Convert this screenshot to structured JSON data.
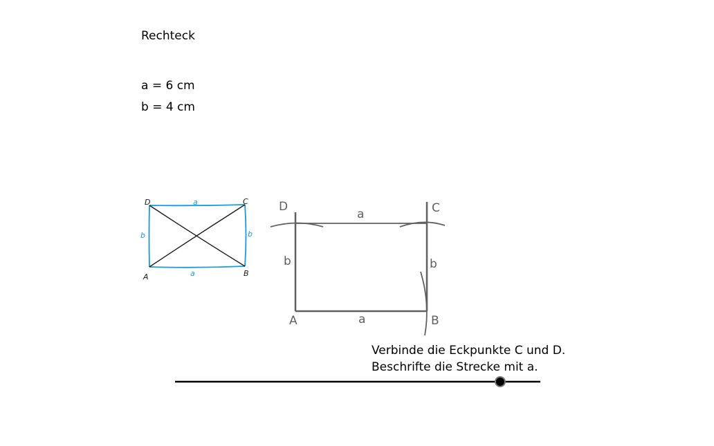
{
  "title": "Rechteck",
  "given": {
    "a": "a = 6 cm",
    "b": "b = 4 cm"
  },
  "sketch": {
    "labels": {
      "A": "A",
      "B": "B",
      "C": "C",
      "D": "D",
      "side_bottom": "a",
      "side_top": "a",
      "side_left": "b",
      "side_right": "b"
    },
    "side_color": "#1a9bd7",
    "diagonal_color": "#1a1a1a"
  },
  "construction": {
    "labels": {
      "A": "A",
      "B": "B",
      "C": "C",
      "D": "D",
      "side_bottom": "a",
      "side_top": "a",
      "side_left": "b",
      "side_right": "b"
    },
    "line_color": "#606060"
  },
  "instructions": {
    "line1": "Verbinde die Eckpunkte C und D.",
    "line2": "Beschrifte die Strecke mit a."
  },
  "slider": {
    "value": 0.89
  }
}
